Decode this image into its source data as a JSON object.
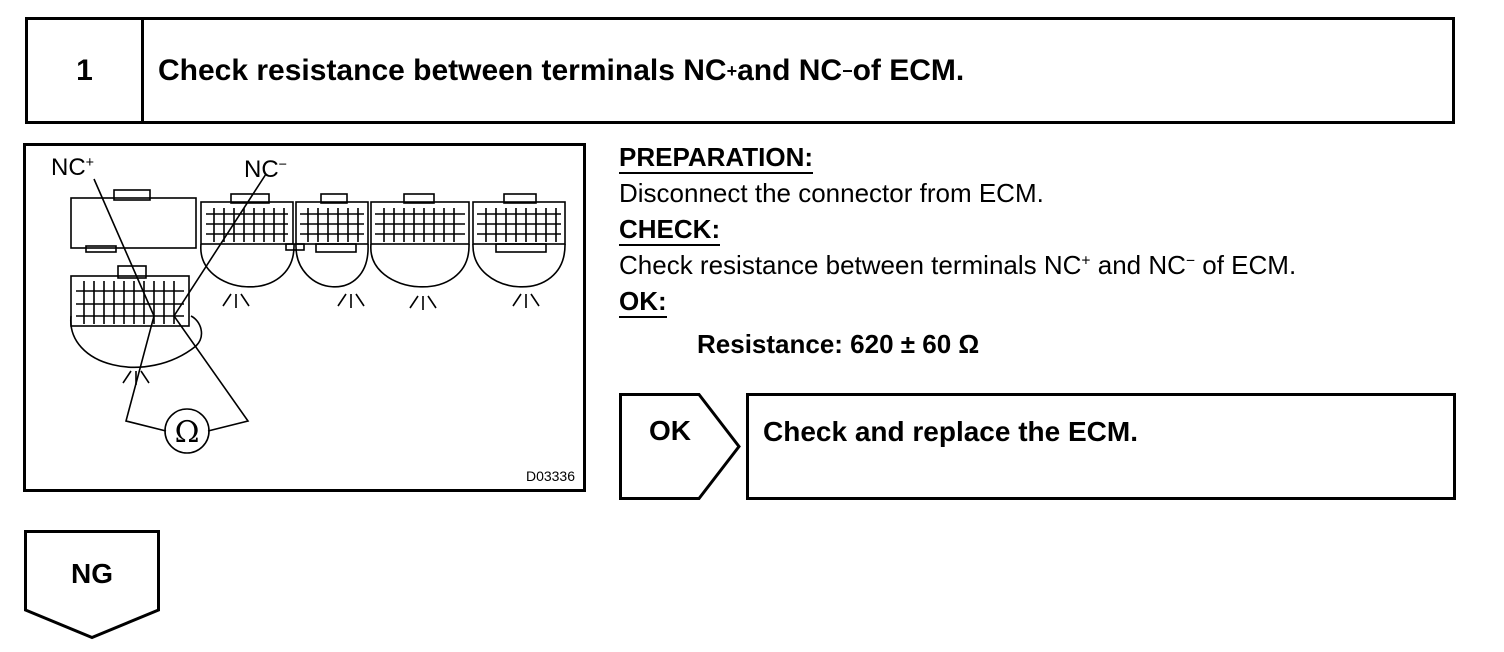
{
  "step": {
    "number": "1",
    "title_prefix": "Check resistance between terminals NC",
    "title_plus": "+",
    "title_mid": " and NC",
    "title_minus": "−",
    "title_suffix": " of ECM."
  },
  "figure": {
    "label_nc_plus_base": "NC",
    "label_nc_plus_sup": "+",
    "label_nc_minus_base": "NC",
    "label_nc_minus_sup": "−",
    "ohm_symbol": "Ω",
    "code": "D03336",
    "icons": [
      "ecm-connector-icon",
      "ohmmeter-icon"
    ]
  },
  "instructions": {
    "preparation_heading": "PREPARATION:",
    "preparation_text": "Disconnect the connector from ECM.",
    "check_heading": "CHECK:",
    "check_prefix": "Check resistance between terminals NC",
    "check_plus": "+",
    "check_mid": " and NC",
    "check_minus": "−",
    "check_suffix": " of ECM.",
    "ok_heading": "OK:",
    "spec": "Resistance: 620 ± 60 Ω"
  },
  "ok_branch": {
    "label": "OK",
    "action": "Check and replace the ECM."
  },
  "ng_branch": {
    "label": "NG"
  }
}
